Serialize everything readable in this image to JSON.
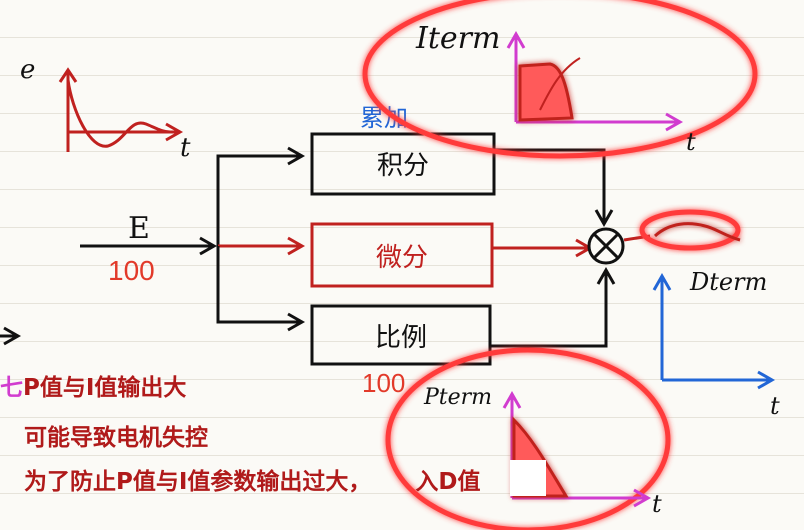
{
  "labels": {
    "e_axis": "e",
    "t_axis": "t",
    "input": "E",
    "input_value": "100",
    "integral_box": "积分",
    "derivative_box": "微分",
    "proportional_box": "比例",
    "accumulate": "累加",
    "iterm": "Iterm",
    "dterm": "Dterm",
    "pterm": "Pterm",
    "proportional_value": "100",
    "t1": "t",
    "t2": "t",
    "t3": "t"
  },
  "notes": {
    "line1_prefix": "七",
    "line1": "P值与I值输出大",
    "line2": "可能导致电机失控",
    "line3": "为了防止P值与I值参数输出过大，",
    "line3_suffix": "入D值"
  },
  "colors": {
    "black": "#111111",
    "red": "#c0211f",
    "blue": "#2266d6",
    "highlight": "#ff3b3b",
    "magenta": "#d13ccf"
  }
}
